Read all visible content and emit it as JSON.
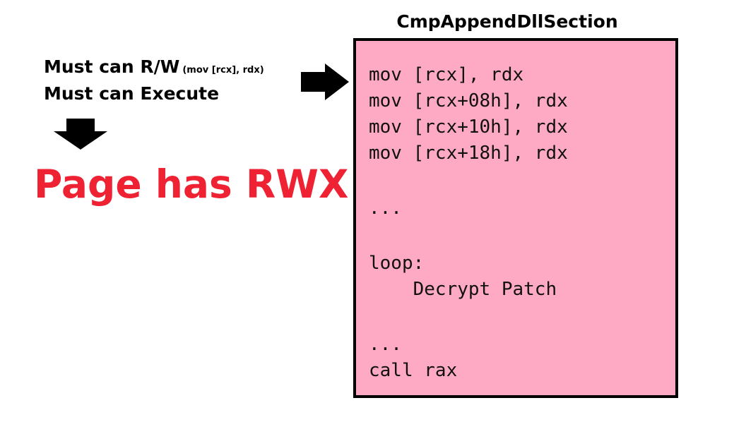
{
  "requirements": {
    "rw_label": "Must can R/W",
    "rw_note": "(mov [rcx], rdx)",
    "exec_label": "Must can Execute"
  },
  "result": "Page has RWX!",
  "function": {
    "name": "CmpAppendDllSection",
    "code_lines": [
      "mov [rcx], rdx",
      "mov [rcx+08h], rdx",
      "mov [rcx+10h], rdx",
      "mov [rcx+18h], rdx",
      "",
      "...",
      "",
      "loop:",
      "    Decrypt Patch",
      "",
      "...",
      "call rax"
    ]
  },
  "colors": {
    "result_text": "#ee2233",
    "code_box_fill": "#ffaac4",
    "code_box_border": "#000000",
    "arrow": "#000000"
  },
  "icons": {
    "right_arrow": "arrow-right-icon",
    "down_arrow": "arrow-down-icon"
  }
}
